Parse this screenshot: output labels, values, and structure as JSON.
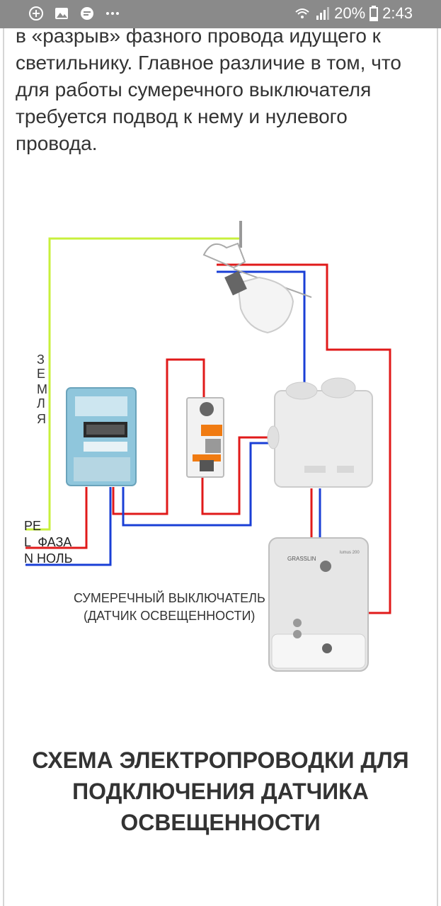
{
  "status_bar": {
    "battery": "20%",
    "time": "2:43",
    "left_icons": [
      "add-circle-icon",
      "gallery-icon",
      "message-icon",
      "more-icon"
    ],
    "right_icons": [
      "wifi-icon",
      "signal-icon",
      "battery-icon"
    ]
  },
  "article": {
    "paragraph": "в «разрыв» фазного провода идущего к светильнику. Главное различие в том, что для работы сумеречного выключателя требуется подвод к нему и нулевого провода."
  },
  "diagram": {
    "earth_label": "З\nЕ\nМ\nЛ\nЯ",
    "pe_label": "PE",
    "l_label": "L  ФАЗА",
    "n_label": "N НОЛЬ",
    "sensor_label_line1": "СУМЕРЕЧНЫЙ ВЫКЛЮЧАТЕЛЬ",
    "sensor_label_line2": "(ДАТЧИК ОСВЕЩЕННОСТИ)",
    "sensor_brand": "GRASSLIN",
    "sensor_model": "lumus 200",
    "colors": {
      "earth": "#c8f03c",
      "phase": "#e01a1a",
      "neutral": "#1a3fd6"
    }
  },
  "caption": {
    "line1": "Схема электропроводки для",
    "line2": "подключения датчика",
    "line3": "освещенности"
  }
}
